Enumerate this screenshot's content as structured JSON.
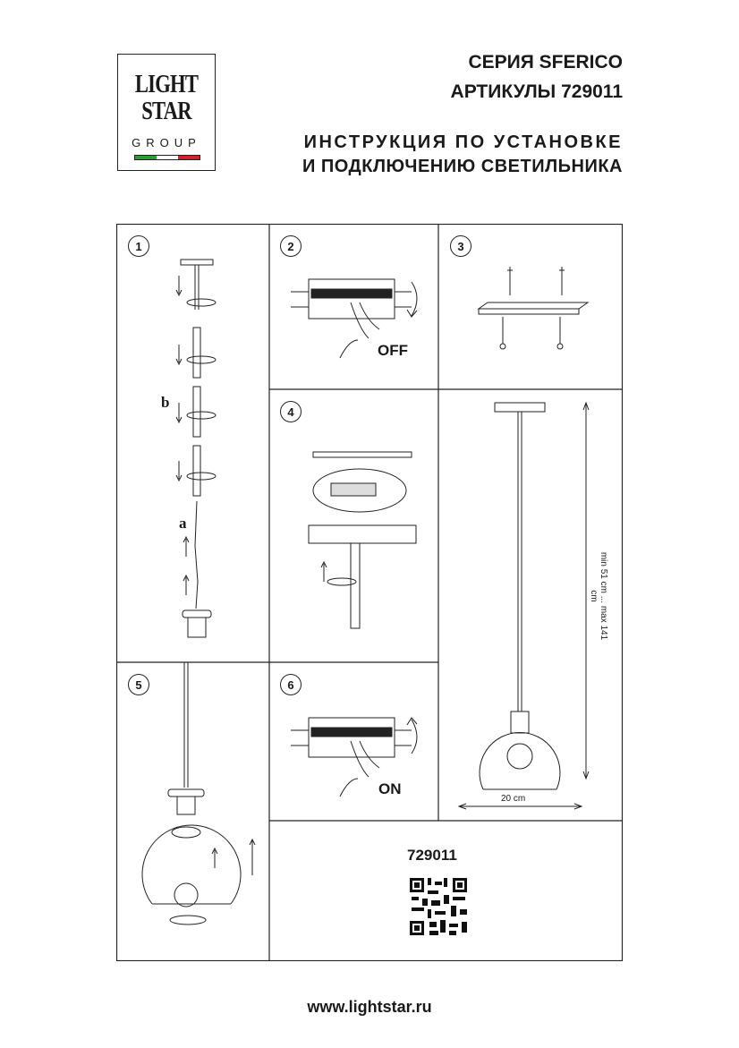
{
  "logo": {
    "line1": "LIGHT",
    "line2": "STAR",
    "line3": "GROUP",
    "flag_colors": [
      "#2e9b3a",
      "#ffffff",
      "#d0202a"
    ]
  },
  "header": {
    "series": "СЕРИЯ SFERICO",
    "articles": "АРТИКУЛЫ 729011",
    "instruction_line1": "ИНСТРУКЦИЯ ПО УСТАНОВКЕ",
    "instruction_line2": "И ПОДКЛЮЧЕНИЮ СВЕТИЛЬНИКА"
  },
  "steps": [
    {
      "number": "1",
      "labels": [
        "b",
        "a"
      ]
    },
    {
      "number": "2",
      "label": "OFF"
    },
    {
      "number": "3"
    },
    {
      "number": "4"
    },
    {
      "number": "5"
    },
    {
      "number": "6",
      "label": "ON"
    }
  ],
  "dimensions": {
    "height": "min 51 cm ... max 141 cm",
    "width": "20 cm"
  },
  "product_code": "729011",
  "footer": {
    "url": "www.lightstar.ru"
  }
}
